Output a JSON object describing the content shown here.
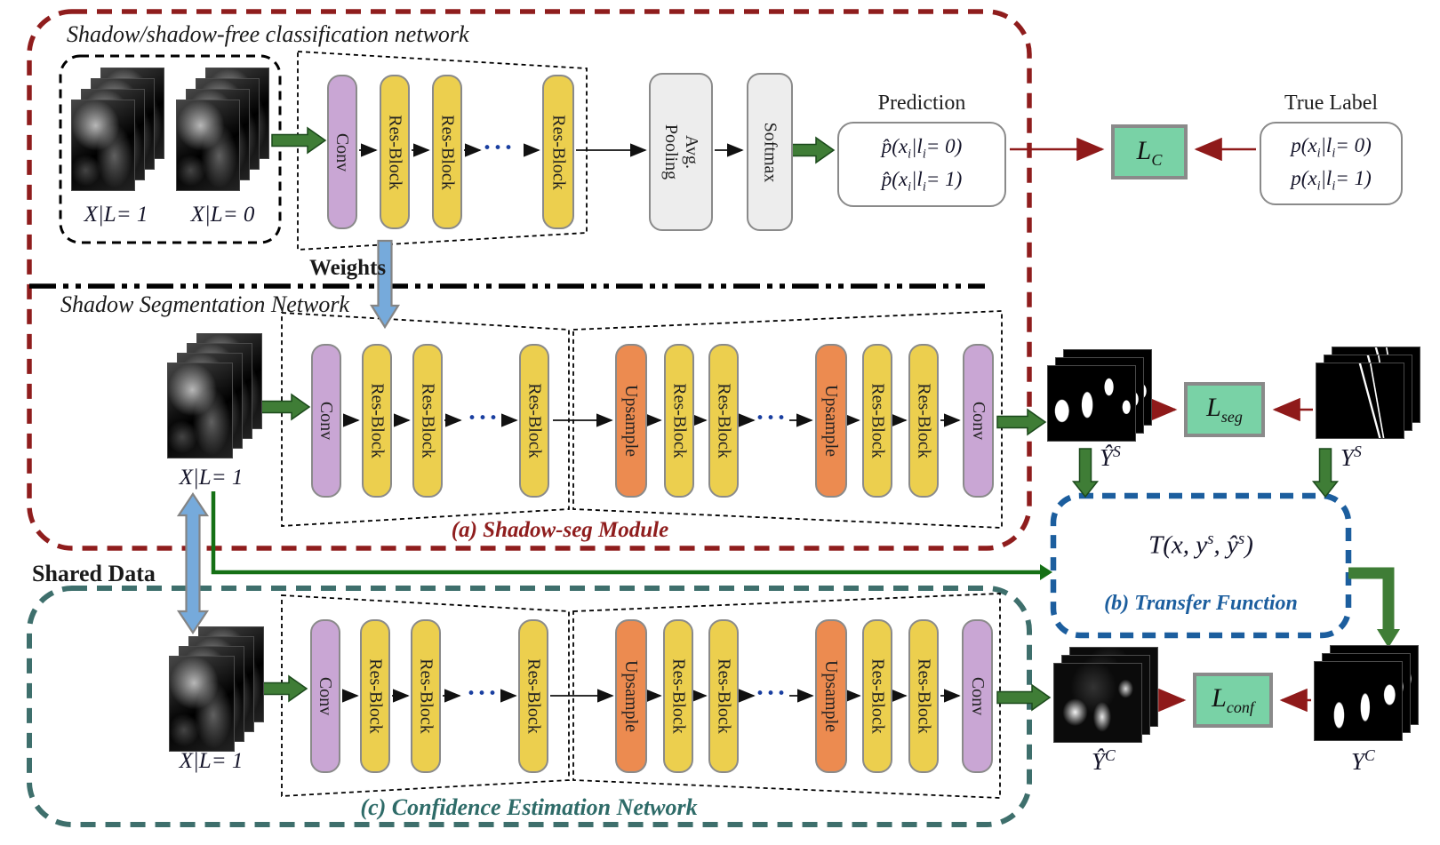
{
  "colors": {
    "section_a_border": "#8f1d1d",
    "section_b_border": "#1c5e9e",
    "section_c_border": "#3e6f6c",
    "loss_box_fill": "#79d2a6",
    "conv_fill": "#c9a6d4",
    "res_block_fill": "#eccf4e",
    "upsample_fill": "#ec8b50",
    "pool_softmax_fill": "#ededed",
    "green_arrow": "#3f7d36",
    "blue_arrow": "#76aadb",
    "red_arrow": "#8f1a1a"
  },
  "titles": {
    "classification": "Shadow/shadow-free classification network",
    "segmentation": "Shadow Segmentation Network"
  },
  "captions": {
    "a": "(a) Shadow-seg Module",
    "b": "(b) Transfer Function",
    "c": "(c) Confidence Estimation Network"
  },
  "labels": {
    "weights": "Weights",
    "shared_data": "Shared Data",
    "prediction": "Prediction",
    "true_label": "True Label",
    "x_l1": "X|L= 1",
    "x_l0": "X|L= 0"
  },
  "blocks": {
    "conv": "Conv",
    "res": "Res-Block",
    "upsample": "Upsample",
    "avg": "Avg.",
    "pooling": "Pooling",
    "softmax": "Softmax",
    "dots": "···"
  },
  "math": {
    "pred_line1": {
      "a": "p̂(x",
      "s1": "i",
      "b": "|l",
      "s2": "i",
      "c": "= 0)"
    },
    "pred_line2": {
      "a": "p̂(x",
      "s1": "i",
      "b": "|l",
      "s2": "i",
      "c": "= 1)"
    },
    "true_line1": {
      "a": "p(x",
      "s1": "i",
      "b": "|l",
      "s2": "i",
      "c": "= 0)"
    },
    "true_line2": {
      "a": "p(x",
      "s1": "i",
      "b": "|l",
      "s2": "i",
      "c": "= 1)"
    },
    "loss_c": {
      "base": "L",
      "sub": "C"
    },
    "loss_seg": {
      "base": "L",
      "sub": "seg"
    },
    "loss_conf": {
      "base": "L",
      "sub": "conf"
    },
    "y_hat_s": {
      "base": "Ŷ",
      "sup": "S"
    },
    "y_s": {
      "base": "Y",
      "sup": "S"
    },
    "y_hat_c": {
      "base": "Ŷ",
      "sup": "C"
    },
    "y_c": {
      "base": "Y",
      "sup": "C"
    },
    "transfer": {
      "a": "T(x, y",
      "s1": "s",
      "b": ", ŷ",
      "s2": "s",
      "c": ")"
    }
  }
}
